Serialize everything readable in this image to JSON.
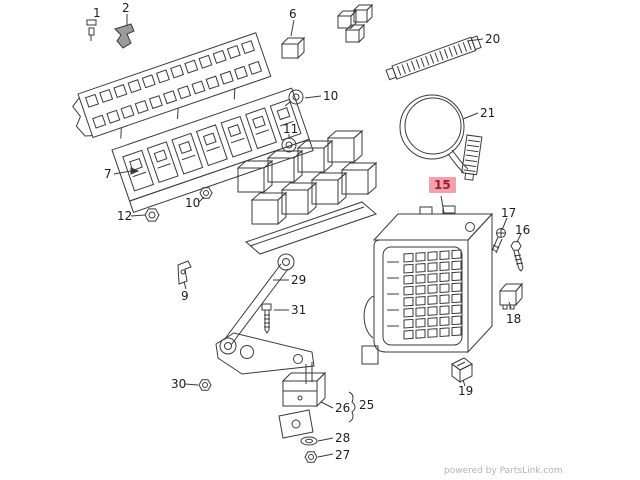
{
  "page": {
    "background": "#ffffff",
    "line_color": "#3a3a3a",
    "watermark": "powered by PartsLink.com"
  },
  "highlight": {
    "bg": "#f2a0aa",
    "text_color": "#9e1b2e"
  },
  "callouts": [
    {
      "label": "1",
      "part": "retainer-clip",
      "highlighted": false
    },
    {
      "label": "2",
      "part": "mounting-bracket",
      "highlighted": false
    },
    {
      "label": "6",
      "part": "relay",
      "highlighted": false
    },
    {
      "label": "10",
      "part": "grommet",
      "highlighted": false
    },
    {
      "label": "11",
      "part": "grommet",
      "highlighted": false
    },
    {
      "label": "7",
      "part": "relay-carrier",
      "highlighted": false
    },
    {
      "label": "12",
      "part": "hex-nut",
      "highlighted": false
    },
    {
      "label": "10",
      "part": "hex-nut",
      "highlighted": false
    },
    {
      "label": "9",
      "part": "bracket",
      "highlighted": false
    },
    {
      "label": "29",
      "part": "support-arm",
      "highlighted": false
    },
    {
      "label": "31",
      "part": "bolt",
      "highlighted": false
    },
    {
      "label": "30",
      "part": "hex-nut",
      "highlighted": false
    },
    {
      "label": "26",
      "part": "control-unit",
      "highlighted": false
    },
    {
      "label": "25",
      "part": "assembly-group",
      "highlighted": false
    },
    {
      "label": "28",
      "part": "washer",
      "highlighted": false
    },
    {
      "label": "27",
      "part": "hex-nut",
      "highlighted": false
    },
    {
      "label": "20",
      "part": "cable-guide",
      "highlighted": false
    },
    {
      "label": "21",
      "part": "cable-loop",
      "highlighted": false
    },
    {
      "label": "15",
      "part": "fuse-box-housing",
      "highlighted": true
    },
    {
      "label": "17",
      "part": "screw",
      "highlighted": false
    },
    {
      "label": "16",
      "part": "bolt",
      "highlighted": false
    },
    {
      "label": "18",
      "part": "relay",
      "highlighted": false
    },
    {
      "label": "19",
      "part": "clip",
      "highlighted": false
    }
  ]
}
